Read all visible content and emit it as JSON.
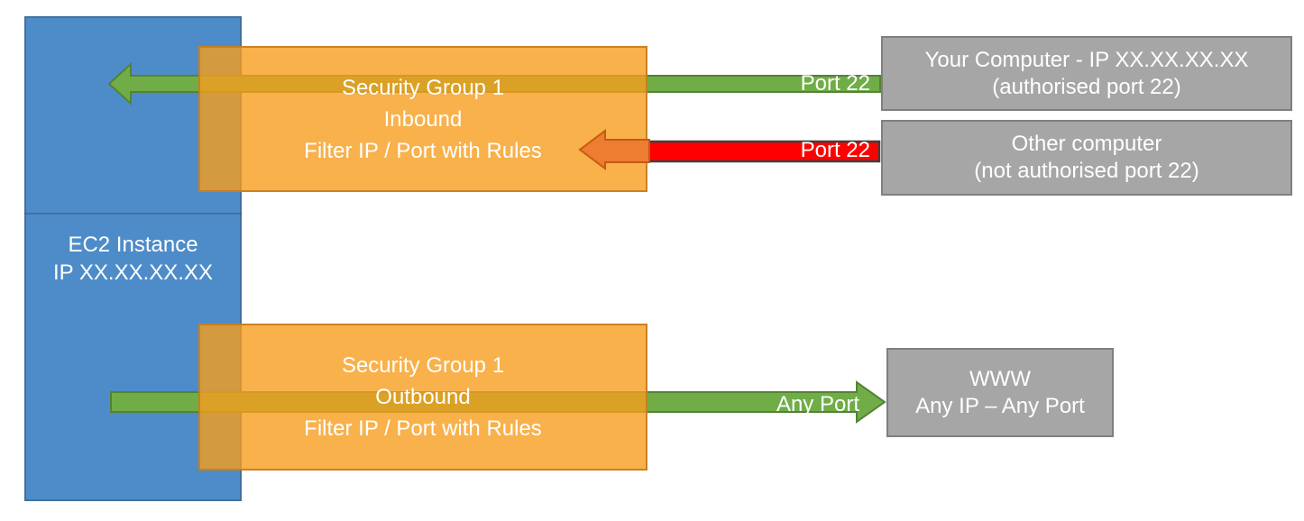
{
  "ec2_instance": {
    "line1": "EC2 Instance",
    "line2": "IP XX.XX.XX.XX"
  },
  "security_group_inbound": {
    "name": "Security Group 1",
    "direction": "Inbound",
    "rule": "Filter IP / Port with Rules"
  },
  "security_group_outbound": {
    "name": "Security Group 1",
    "direction": "Outbound",
    "rule": "Filter IP / Port with Rules"
  },
  "your_computer": {
    "line1": "Your Computer - IP XX.XX.XX.XX",
    "line2": "(authorised port 22)"
  },
  "other_computer": {
    "line1": "Other computer",
    "line2": "(not authorised port 22)"
  },
  "www": {
    "line1": "WWW",
    "line2": "Any IP – Any Port"
  },
  "flow_labels": {
    "inbound_allowed": "Port 22",
    "inbound_blocked": "Port 22",
    "outbound": "Any Port"
  },
  "colors": {
    "ec2_blue": "#4E8CC9",
    "ec2_blue_border": "#41719C",
    "security_group_orange": "#F8B14B",
    "security_group_orange_border": "#D39040",
    "allowed_green": "#70AD47",
    "allowed_green_border": "#548235",
    "blocked_red": "#FF0000",
    "blocked_red_border": "#3F3F3F",
    "blocked_arrowhead_orange": "#ED7D31",
    "endpoint_gray": "#A6A6A6",
    "endpoint_gray_border": "#7F7F7F",
    "text": "#FFFFFF"
  }
}
